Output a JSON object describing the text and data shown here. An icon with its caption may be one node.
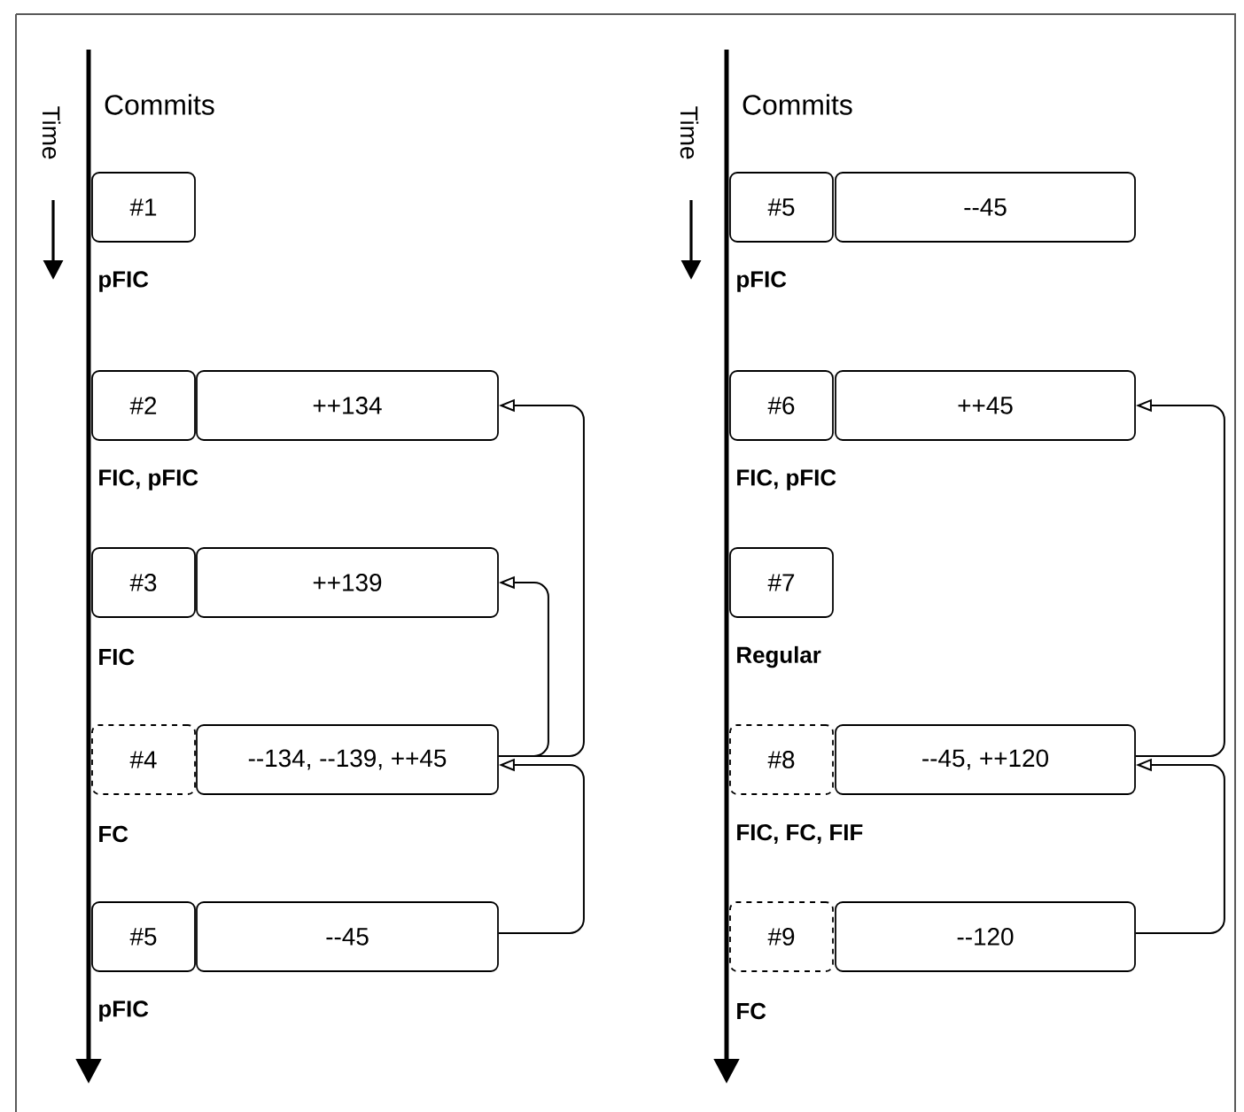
{
  "diagram": {
    "nodes": [
      {
        "text": [
          "#1"
        ],
        "beside": [
          "pFIC"
        ]
      },
      {
        "text": [
          "#2"
        ],
        "beside": [
          "FIC, pFIC"
        ]
      },
      {
        "text": [
          "++134"
        ]
      },
      {
        "text": [
          "#3"
        ],
        "beside": [
          "FIC"
        ]
      },
      {
        "text": [
          "++139"
        ]
      },
      {
        "text": [
          "#4"
        ],
        "beside": [
          "FC"
        ]
      },
      {
        "text": [
          "--134, --139, ++45"
        ]
      },
      {
        "text": [
          "#5"
        ],
        "beside": [
          "pFIC"
        ]
      },
      {
        "text": [
          "--45"
        ]
      },
      {
        "text": [
          "#5"
        ],
        "beside": [
          "pFIC"
        ]
      },
      {
        "text": [
          "--45"
        ]
      },
      {
        "text": [
          "#6"
        ],
        "beside": [
          "FIC, pFIC"
        ]
      },
      {
        "text": [
          "++45"
        ]
      },
      {
        "text": [
          "#7"
        ],
        "beside": [
          "Regular"
        ]
      },
      {
        "text": [
          "#8"
        ],
        "beside": [
          "FIC, FC, FIF"
        ]
      },
      {
        "text": [
          "--45, ++120"
        ]
      },
      {
        "text": [
          "#9"
        ],
        "beside": [
          "FC"
        ]
      },
      {
        "text": [
          "--120"
        ]
      }
    ],
    "edges": [
      {
        "from": 6,
        "to": 2,
        "arrow": "to"
      },
      {
        "from": 6,
        "to": 4,
        "arrow": "to"
      },
      {
        "from": 8,
        "to": 6,
        "arrow": "to"
      },
      {
        "from": 15,
        "to": 12,
        "arrow": "to"
      },
      {
        "from": 17,
        "to": 15,
        "arrow": "to"
      }
    ],
    "labels": [
      "Time",
      "Commits",
      "Time",
      "Commits"
    ]
  }
}
